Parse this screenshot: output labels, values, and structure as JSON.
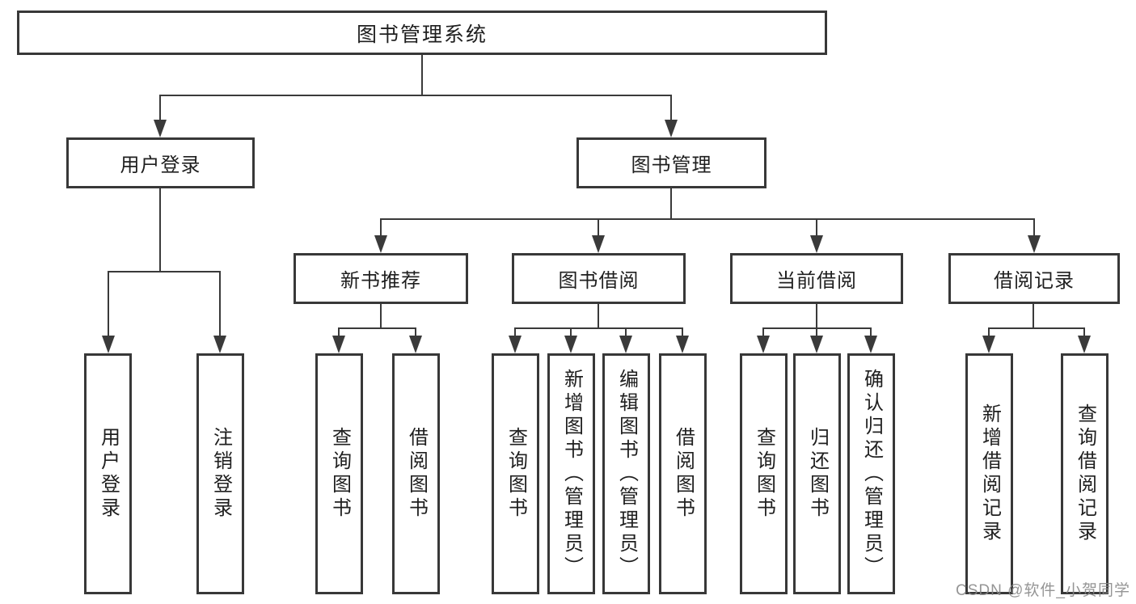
{
  "diagram": {
    "root": {
      "label": "图书管理系统"
    },
    "login": {
      "label": "用户登录",
      "children": [
        {
          "label": "用户登录"
        },
        {
          "label": "注销登录"
        }
      ]
    },
    "book_mgmt": {
      "label": "图书管理",
      "sections": [
        {
          "label": "新书推荐",
          "children": [
            {
              "label": "查询图书"
            },
            {
              "label": "借阅图书"
            }
          ]
        },
        {
          "label": "图书借阅",
          "children": [
            {
              "label": "查询图书"
            },
            {
              "label": "新增图书（管理员）"
            },
            {
              "label": "编辑图书（管理员）"
            },
            {
              "label": "借阅图书"
            }
          ]
        },
        {
          "label": "当前借阅",
          "children": [
            {
              "label": "查询图书"
            },
            {
              "label": "归还图书"
            },
            {
              "label": "确认归还（管理员）"
            }
          ]
        },
        {
          "label": "借阅记录",
          "children": [
            {
              "label": "新增借阅记录"
            },
            {
              "label": "查询借阅记录"
            }
          ]
        }
      ]
    }
  },
  "watermark": {
    "text": "CSDN @软件_小贺同学"
  },
  "colors": {
    "background": "#ffffff",
    "box_border": "#383838",
    "line": "#3a3a3a",
    "text": "#1f1f1f",
    "watermark": "#868686"
  }
}
